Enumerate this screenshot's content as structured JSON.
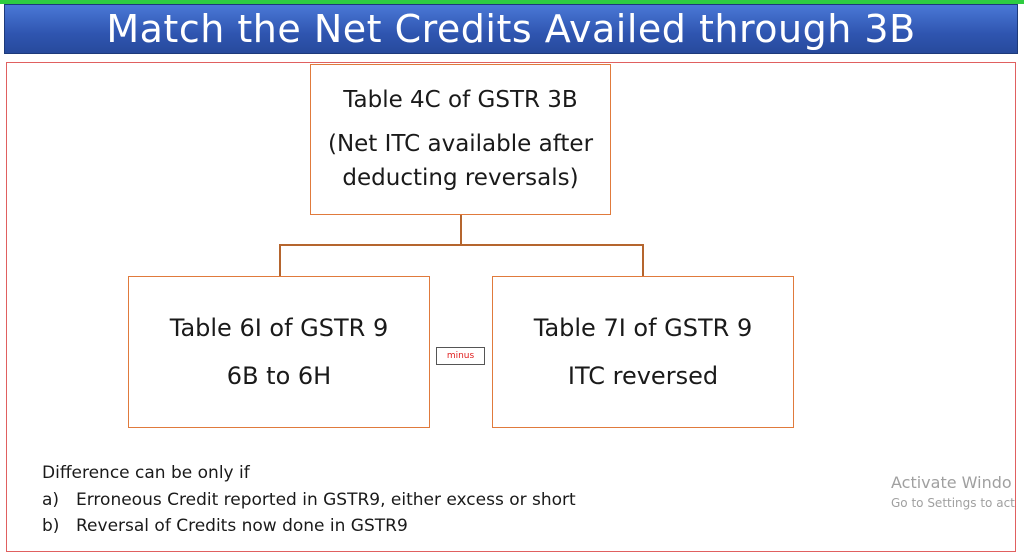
{
  "title": "Match the Net Credits Availed through 3B",
  "top_box": {
    "line1": "Table 4C of GSTR 3B",
    "line2": "(Net ITC available after",
    "line3": "deducting reversals)"
  },
  "left_box": {
    "line1": "Table 6I of GSTR 9",
    "line2": "6B to 6H"
  },
  "right_box": {
    "line1": "Table 7I of GSTR 9",
    "line2": "ITC reversed"
  },
  "operator_label": "minus",
  "notes": {
    "heading": "Difference can be only if",
    "items": [
      {
        "marker": "a)",
        "text": "Erroneous Credit reported in GSTR9, either excess or short"
      },
      {
        "marker": "b)",
        "text": "Reversal of Credits now done in GSTR9"
      }
    ]
  },
  "watermark": {
    "line1": "Activate Windo",
    "line2": "Go to Settings to act"
  },
  "colors": {
    "title_bar": "#2f55b0",
    "box_border": "#e07a3c",
    "connector": "#b5652e",
    "frame_border": "#e06060",
    "minus_text": "#e02020"
  }
}
